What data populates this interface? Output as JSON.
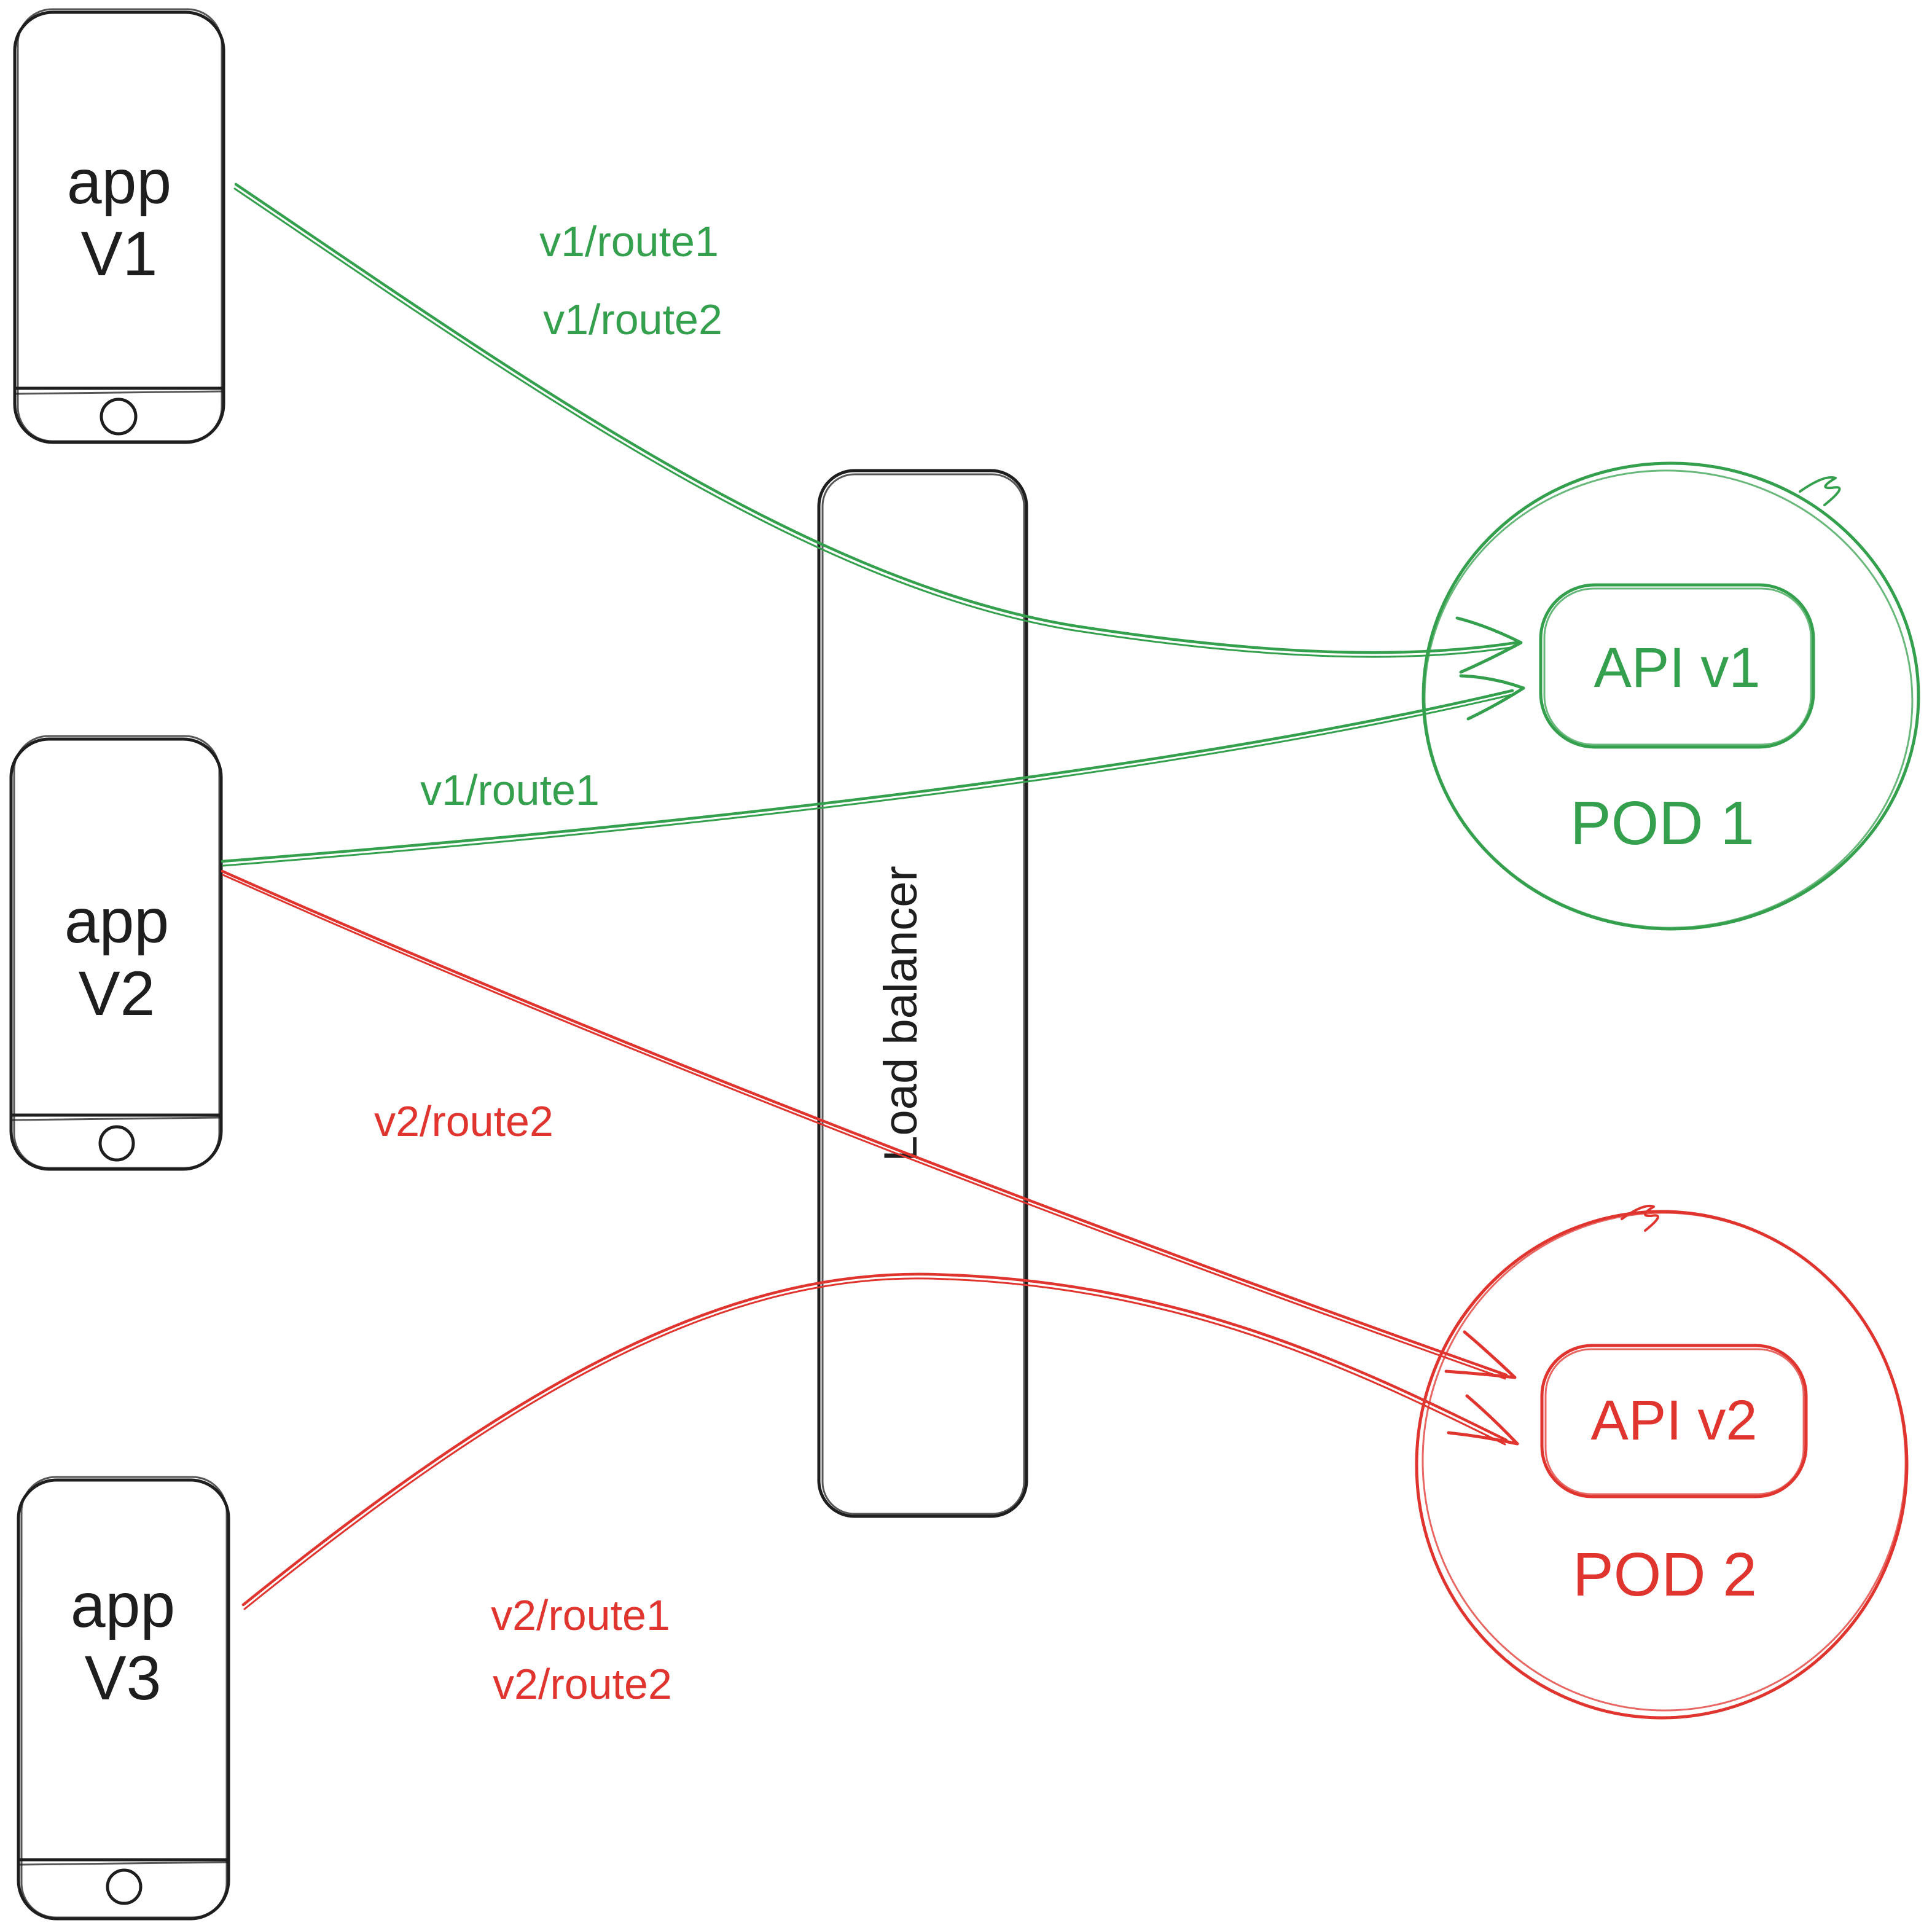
{
  "diagram": {
    "background": "#ffffff",
    "colors": {
      "green": "#34a04d",
      "red": "#e0342f",
      "ink": "#1e1e1e"
    },
    "phones": [
      {
        "id": "app-v1",
        "label_line1": "app",
        "label_line2": "V1"
      },
      {
        "id": "app-v2",
        "label_line1": "app",
        "label_line2": "V2"
      },
      {
        "id": "app-v3",
        "label_line1": "app",
        "label_line2": "V3"
      }
    ],
    "load_balancer": {
      "label": "Load balancer"
    },
    "pods": [
      {
        "id": "pod-1",
        "label": "POD 1",
        "api_label": "API v1",
        "color": "#34a04d"
      },
      {
        "id": "pod-2",
        "label": "POD 2",
        "api_label": "API v2",
        "color": "#e0342f"
      }
    ],
    "routes": [
      {
        "from": "app-v1",
        "to": "pod-1",
        "color": "#34a04d",
        "labels": [
          "v1/route1",
          "v1/route2"
        ]
      },
      {
        "from": "app-v2",
        "to": "pod-1",
        "color": "#34a04d",
        "labels": [
          "v1/route1"
        ]
      },
      {
        "from": "app-v2",
        "to": "pod-2",
        "color": "#e0342f",
        "labels": [
          "v2/route2"
        ]
      },
      {
        "from": "app-v3",
        "to": "pod-2",
        "color": "#e0342f",
        "labels": [
          "v2/route1",
          "v2/route2"
        ]
      }
    ]
  }
}
